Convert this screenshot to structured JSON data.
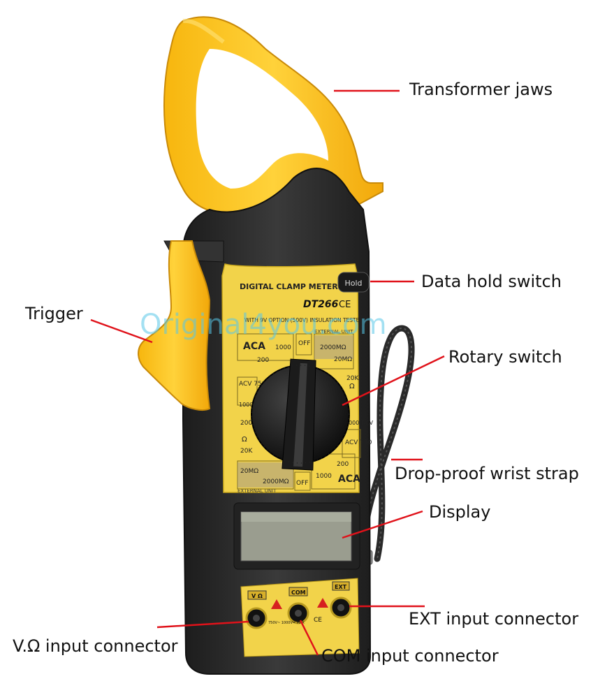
{
  "device": {
    "brand_line": "DIGITAL CLAMP METER",
    "model": "DT266",
    "ce_mark": "CE",
    "subtitle": "WITH 9V OPTION (500V) INSULATION TESTER",
    "external_unit_top": "EXTERNAL UNIT",
    "external_unit_bottom": "EXTERNAL UNIT",
    "hold_label": "Hold",
    "dial": {
      "aca_left": "ACA",
      "aca_right": "ACA",
      "off_top": "OFF",
      "off_bottom": "OFF",
      "r1000_top": "1000",
      "r200_top": "200",
      "mohm2000_top": "2000MΩ",
      "mohm20_top": "20MΩ",
      "k20_top": "20K",
      "ohm_top": "Ω",
      "acv750_left": "ACV 750",
      "dcv1000_left": "1000 DCV",
      "r200_left": "200",
      "ohm_left": "Ω",
      "k20_left": "20K",
      "dcv1000_right": "1000 DCV",
      "acv750_right": "ACV 750",
      "r200_bottom": "200",
      "r1000_bottom": "1000",
      "mohm20_bottom": "20MΩ",
      "mohm2000_bottom": "2000MΩ"
    },
    "jacks": {
      "vohm_label": "V Ω",
      "com_label": "COM",
      "ext_label": "EXT",
      "rating": "750V~ 1000V= MAX",
      "ce_small": "CE"
    }
  },
  "watermark": "Original4you.com",
  "callouts": [
    {
      "key": "transformer_jaws",
      "text": "Transformer jaws"
    },
    {
      "key": "data_hold",
      "text": "Data hold switch"
    },
    {
      "key": "trigger",
      "text": "Trigger"
    },
    {
      "key": "rotary",
      "text": "Rotary switch"
    },
    {
      "key": "strap",
      "text": "Drop-proof wrist strap"
    },
    {
      "key": "display",
      "text": "Display"
    },
    {
      "key": "ext_input",
      "text": "EXT input connector"
    },
    {
      "key": "vohm_input",
      "text": "V.Ω input connector"
    },
    {
      "key": "com_input",
      "text": "COM input connector"
    }
  ],
  "colors": {
    "body": "#2b2b2b",
    "yellow": "#f6c419",
    "panel": "#f2d34a",
    "leader": "#e0121a",
    "lcd": "#9a9d8f",
    "watermark": "#58c8e8"
  }
}
